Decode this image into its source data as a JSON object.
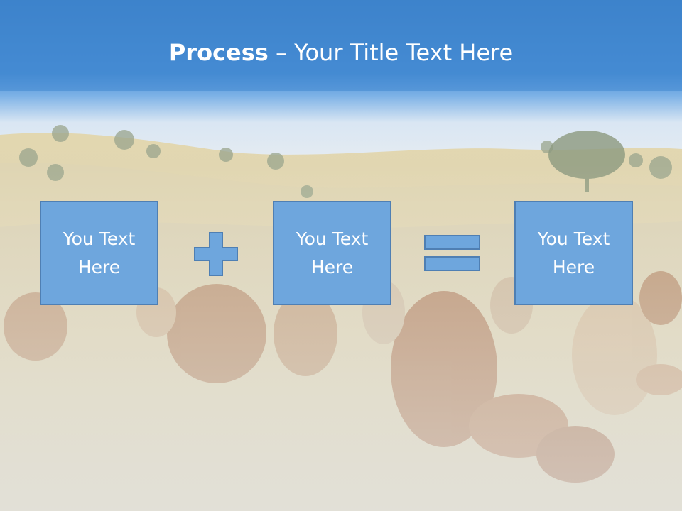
{
  "slide": {
    "title_bold": "Process",
    "title_rest": " – Your Title Text Here",
    "boxes": [
      {
        "text": "You Text Here"
      },
      {
        "text": "You Text Here"
      },
      {
        "text": "You Text Here"
      }
    ],
    "operators": [
      "plus-icon",
      "equals-icon"
    ]
  },
  "colors": {
    "title_band": "#3f87cf",
    "box_fill": "#6ea6dd",
    "box_border": "#4f7fb3",
    "operator_fill": "#6ea6dd",
    "ground": "#d6ceb2"
  }
}
